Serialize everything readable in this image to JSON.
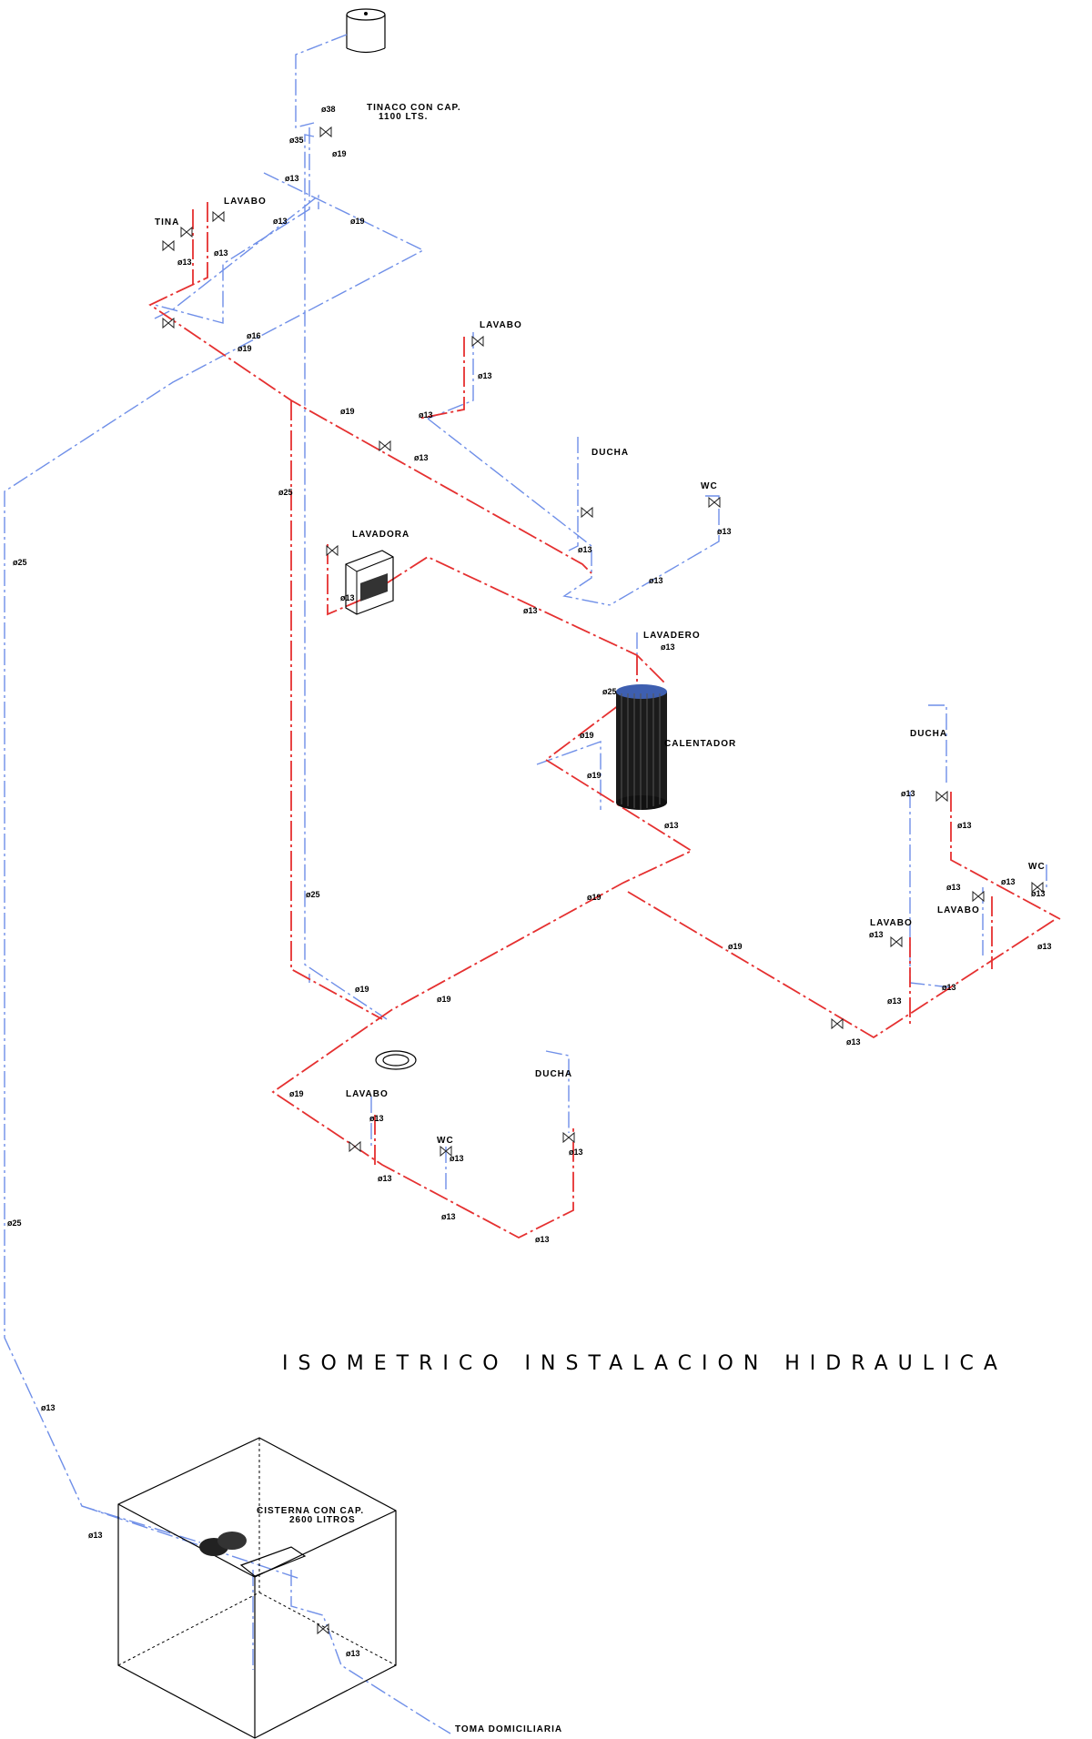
{
  "title": "ISOMETRICO   INSTALACION   HIDRAULICA",
  "colors": {
    "cold_water": "#6f8fe8",
    "hot_water": "#e53030",
    "lines": "#000000"
  },
  "labels": {
    "tinaco": "TINACO CON CAP.",
    "tinaco_cap": "1100 LTS.",
    "tina": "TINA",
    "lavabo_1": "LAVABO",
    "lavabo_2": "LAVABO",
    "ducha_1": "DUCHA",
    "wc_1": "WC",
    "lavadora": "LAVADORA",
    "lavadero": "LAVADERO",
    "calentador": "CALENTADOR",
    "ducha_2": "DUCHA",
    "wc_2": "WC",
    "lavabo_3": "LAVABO",
    "lavabo_4": "LAVABO",
    "lavabo_5": "LAVABO",
    "wc_3": "WC",
    "ducha_3": "DUCHA",
    "cisterna": "CISTERNA CON CAP.",
    "cisterna_cap": "2600 LITROS",
    "toma": "TOMA DOMICILIARIA"
  },
  "diameters": {
    "d38": "ø38",
    "d35": "ø35",
    "d13_a": "ø13",
    "d19_a": "ø19",
    "d13_b": "ø13",
    "d19_b": "ø19",
    "d13_c": "ø13",
    "d13_d": "ø13",
    "d16_a": "ø16",
    "d19_c": "ø19",
    "d13_e": "ø13",
    "d19_d": "ø19",
    "d13_f": "ø13",
    "d13_g": "ø13",
    "d25_a": "ø25",
    "d25_b": "ø25",
    "d13_h": "ø13",
    "d13_i": "ø13",
    "d13_j": "ø13",
    "d13_k": "ø13",
    "d13_l": "ø13",
    "d25_c": "ø25",
    "d13_m": "ø13",
    "d19_e": "ø19",
    "d19_f": "ø19",
    "d13_n": "ø13",
    "d13_o": "ø13",
    "d25_d": "ø25",
    "d19_g": "ø19",
    "d19_h": "ø19",
    "d19_i": "ø19",
    "d13_p": "ø13",
    "d13_q": "ø13",
    "d13_r": "ø13",
    "d13_s": "ø13",
    "d13_t": "ø13",
    "d13_u": "ø13",
    "d13_v": "ø13",
    "d19_j": "ø19",
    "d19_k": "ø19",
    "d13_w": "ø13",
    "d13_x": "ø13",
    "d13_y": "ø13",
    "d13_z": "ø13",
    "d25_e": "ø25",
    "d13_aa": "ø13",
    "d13_ab": "ø13",
    "d13_ac": "ø13"
  }
}
